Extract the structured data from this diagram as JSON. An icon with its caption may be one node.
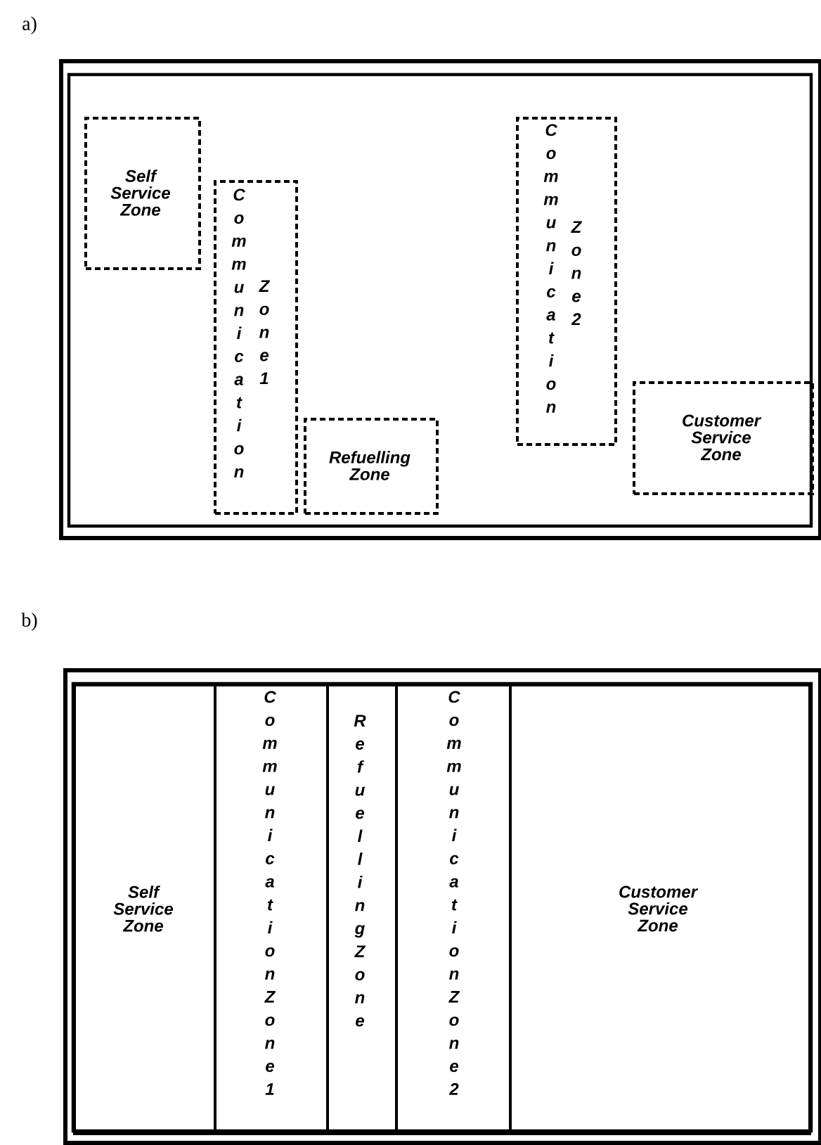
{
  "diagram": {
    "nodes": [
      {
        "text": [],
        "shape": "box"
      },
      {
        "text": [
          "Self Service Zone"
        ],
        "in": 0
      },
      {
        "text": [
          "Communication",
          "Zone1"
        ],
        "in": 0
      },
      {
        "text": [
          "Refuelling Zone"
        ],
        "in": 0
      },
      {
        "text": [
          "Communication",
          "Zone2"
        ],
        "in": 0
      },
      {
        "text": [
          "Customer Service Zone"
        ],
        "in": 0
      },
      {
        "text": [],
        "shape": "box"
      },
      {
        "text": [
          "Self Service Zone"
        ],
        "in": 6
      },
      {
        "text": [
          "Communication Zone1"
        ],
        "in": 6
      },
      {
        "text": [
          "Refuelling Zone"
        ],
        "in": 6
      },
      {
        "text": [
          "Communication Zone2"
        ],
        "in": 6
      },
      {
        "text": [
          "Customer Service Zone"
        ],
        "in": 6
      }
    ],
    "labels": [
      "a)",
      "b)"
    ]
  }
}
